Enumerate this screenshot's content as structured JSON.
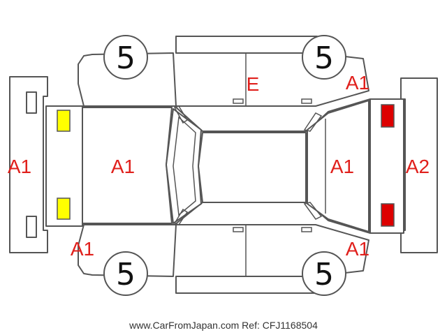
{
  "colors": {
    "outline": "#555555",
    "code_text": "#e0201c",
    "marker_yellow": "#ffff00",
    "marker_red": "#dd0000"
  },
  "labels": {
    "front_bumper": "A1",
    "hood": "A1",
    "roof": "A1",
    "rear_bumper": "A2",
    "right_rear_door": "E",
    "right_rear_quarter": "A1",
    "left_front_fender": "A1",
    "left_rear_quarter": "A1"
  },
  "tires": {
    "front_right": "5",
    "rear_right": "5",
    "front_left": "5",
    "rear_left": "5"
  },
  "markers": {
    "front": {
      "color": "yellow"
    },
    "rear": {
      "color": "red"
    }
  },
  "footer": "www.CarFromJapan.com Ref: CFJ1168504"
}
